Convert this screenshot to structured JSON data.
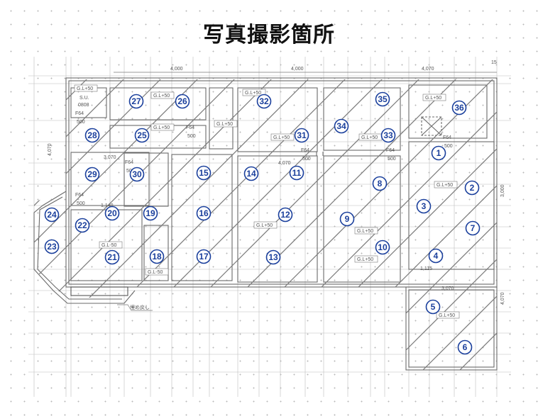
{
  "title": "写真撮影箇所",
  "dimensions": {
    "top_1": "4,000",
    "top_2": "4,000",
    "top_3": "4,070",
    "top_offset": "15",
    "left_vertical": "4,070",
    "right_vertical_upper": "3,000",
    "right_vertical_lower": "4,070",
    "inner_1": "4,070",
    "inner_2": "3,070",
    "inner_3": "1,140",
    "inner_4": "1,115",
    "inner_5": "3,070"
  },
  "notes": {
    "backfill": "埋め戻し",
    "gl_label": "G.L+50",
    "gl_label_minus": "G.L-50",
    "vent_label": "F64",
    "vent_width": "500",
    "unit_label": "S.U.",
    "unit_code": "0808"
  },
  "markers": [
    "1",
    "2",
    "3",
    "4",
    "5",
    "6",
    "7",
    "8",
    "9",
    "10",
    "11",
    "12",
    "13",
    "14",
    "15",
    "16",
    "17",
    "18",
    "19",
    "20",
    "21",
    "22",
    "23",
    "24",
    "25",
    "26",
    "27",
    "28",
    "29",
    "30",
    "31",
    "32",
    "33",
    "34",
    "35",
    "36"
  ],
  "colors": {
    "marker": "#1a3f9c",
    "line": "#6a6a6a",
    "grid": "#bdbdbd"
  }
}
